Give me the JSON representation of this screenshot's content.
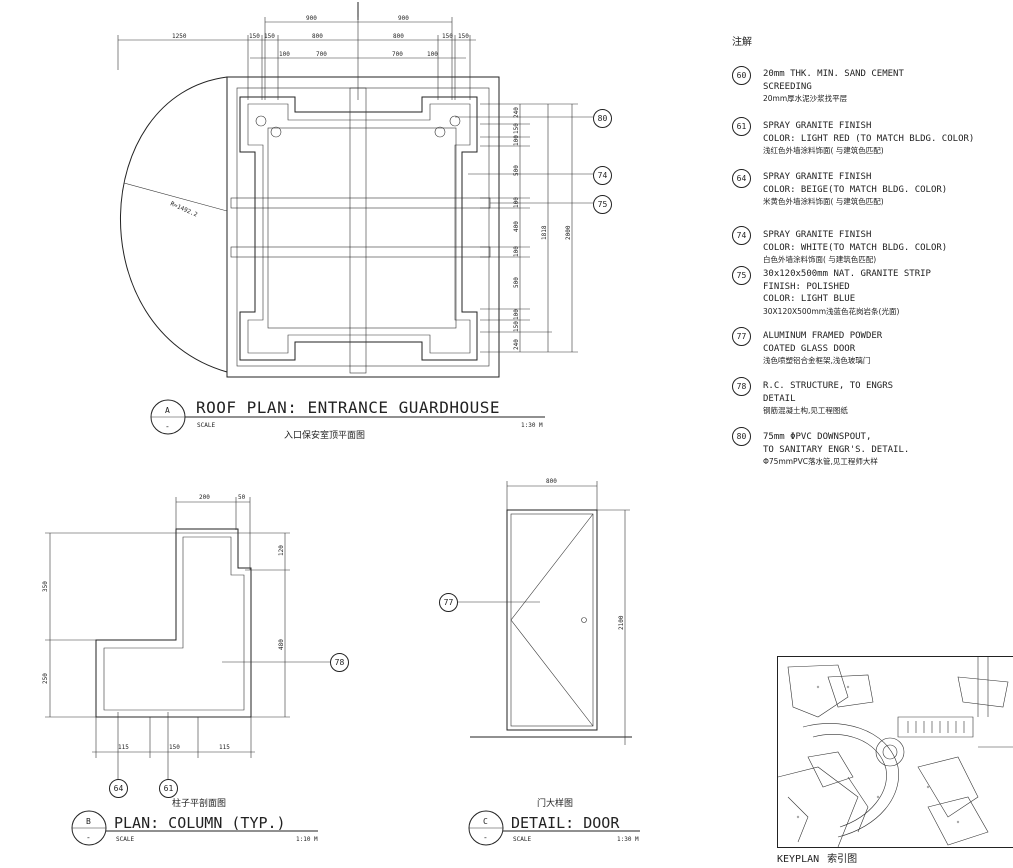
{
  "notes": {
    "title": "注解",
    "items": [
      {
        "code": "60",
        "lines": [
          "20mm THK. MIN. SAND CEMENT",
          "SCREEDING"
        ],
        "cn": "20mm厚水泥沙浆找平层"
      },
      {
        "code": "61",
        "lines": [
          "SPRAY GRANITE FINISH",
          "COLOR: LIGHT RED (TO MATCH BLDG. COLOR)"
        ],
        "cn": "浅红色外墙涂料饰面( 与建筑色匹配)"
      },
      {
        "code": "64",
        "lines": [
          "SPRAY GRANITE FINISH",
          "COLOR: BEIGE(TO MATCH BLDG. COLOR)"
        ],
        "cn": "米黄色外墙涂料饰面( 与建筑色匹配)"
      },
      {
        "code": "74",
        "lines": [
          "SPRAY GRANITE FINISH",
          "COLOR: WHITE(TO MATCH BLDG. COLOR)"
        ],
        "cn": "白色外墙涂料饰面( 与建筑色匹配)"
      },
      {
        "code": "75",
        "lines": [
          "30x120x500mm NAT. GRANITE STRIP",
          "FINISH: POLISHED",
          "COLOR: LIGHT BLUE"
        ],
        "cn": "30X120X500mm浅蓝色花岗岩条(光面)"
      },
      {
        "code": "77",
        "lines": [
          "ALUMINUM FRAMED POWDER",
          "COATED GLASS DOOR"
        ],
        "cn": "浅色喷塑铝合金框架,浅色玻璃门"
      },
      {
        "code": "78",
        "lines": [
          "R.C. STRUCTURE, TO ENGRS",
          "DETAIL"
        ],
        "cn": "钢筋混凝土构,见工程图纸"
      },
      {
        "code": "80",
        "lines": [
          "75mm ΦPVC DOWNSPOUT,",
          "TO SANITARY ENGR'S. DETAIL."
        ],
        "cn": "Φ75mmPVC落水管,见工程师大样"
      }
    ]
  },
  "view_a": {
    "marker": "A",
    "title": "ROOF PLAN: ENTRANCE GUARDHOUSE",
    "scale_label": "SCALE",
    "scale": "1:30 M",
    "subtitle_cn": "入口保安室顶平面图",
    "radius_label": "R=1492.2",
    "dims_top_outer": [
      "900",
      "900"
    ],
    "dims_top_mid": [
      "1250",
      "150",
      "150",
      "800",
      "800",
      "150",
      "150"
    ],
    "dims_top_inner": [
      "100",
      "700",
      "700",
      "100"
    ],
    "dims_right_a": [
      "240",
      "150",
      "100",
      "500",
      "100",
      "400",
      "100",
      "500",
      "100",
      "150",
      "240"
    ],
    "dims_right_b": [
      "1818"
    ],
    "dims_right_c": [
      "2000"
    ],
    "callouts": [
      "80",
      "74",
      "75"
    ]
  },
  "view_b": {
    "marker": "B",
    "title": "PLAN: COLUMN (TYP.)",
    "scale_label": "SCALE",
    "scale": "1:10 M",
    "subtitle_cn": "柱子平剖面图",
    "dims_top": [
      "200",
      "50"
    ],
    "dims_left": [
      "350",
      "250"
    ],
    "dims_right": [
      "120",
      "480"
    ],
    "dims_bottom": [
      "115",
      "150",
      "115"
    ],
    "callouts": [
      "78",
      "64",
      "61"
    ]
  },
  "view_c": {
    "marker": "C",
    "title": "DETAIL: DOOR",
    "scale_label": "SCALE",
    "scale": "1:30 M",
    "subtitle_cn": "门大样图",
    "dim_top": "800",
    "dim_right": "2100",
    "callout": "77"
  },
  "keyplan": {
    "label": "KEYPLAN",
    "label_cn": "索引图"
  },
  "colors": {
    "ink": "#222222",
    "paper": "#ffffff",
    "hatch": "#9a9a9a"
  }
}
